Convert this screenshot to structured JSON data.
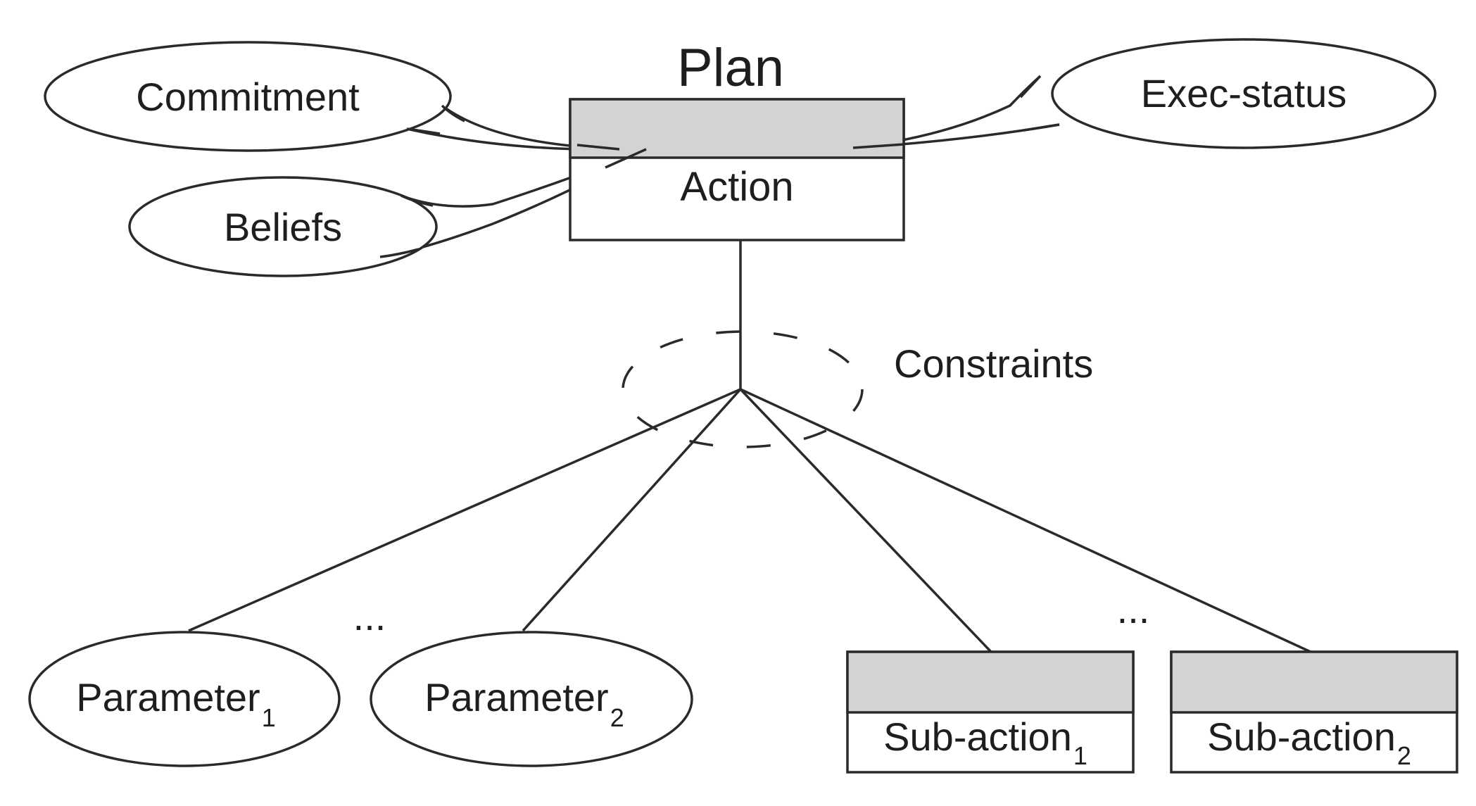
{
  "diagram": {
    "plan": {
      "title": "Plan",
      "label": "Action"
    },
    "attributes": {
      "commitment": "Commitment",
      "beliefs": "Beliefs",
      "exec_status": "Exec-status"
    },
    "constraints": {
      "label": "Constraints"
    },
    "parameters": [
      {
        "label": "Parameter",
        "index": "1"
      },
      {
        "label": "Parameter",
        "index": "2"
      }
    ],
    "parameters_ellipsis": "...",
    "sub_actions": [
      {
        "label": "Sub-action",
        "index": "1"
      },
      {
        "label": "Sub-action",
        "index": "2"
      }
    ],
    "sub_actions_ellipsis": "..."
  }
}
